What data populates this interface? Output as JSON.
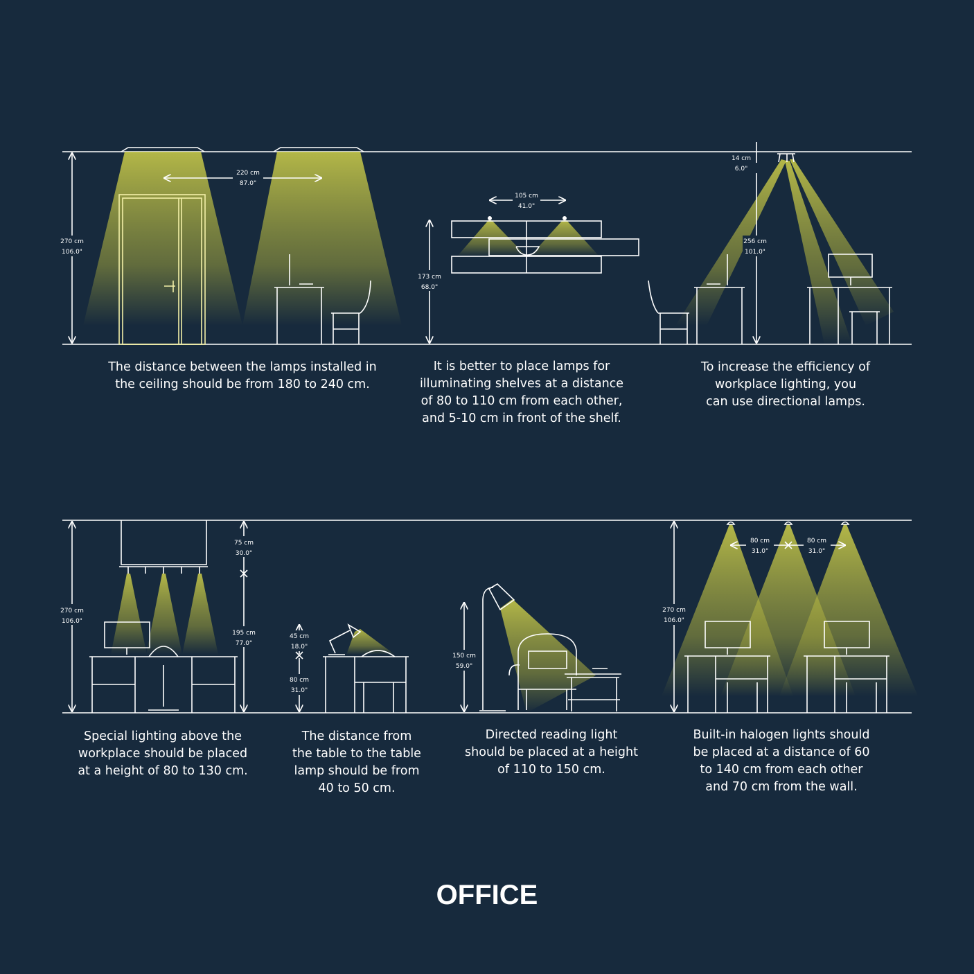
{
  "title": "OFFICE",
  "colors": {
    "background": "#172a3d",
    "light": "#cfd04a",
    "line": "#ffffff"
  },
  "panels": [
    {
      "caption": [
        "The distance between the lamps installed in",
        "the ceiling should be from 180 to 240 cm."
      ],
      "dims": {
        "height_cm": "270 cm",
        "height_in": "106.0\"",
        "spacing_cm": "220 cm",
        "spacing_in": "87.0\""
      }
    },
    {
      "caption": [
        "It is better to place lamps for",
        "illuminating shelves at a distance",
        "of 80 to 110 cm from each other,",
        "and 5-10 cm in front of the shelf."
      ],
      "dims": {
        "width_cm": "105 cm",
        "width_in": "41.0\"",
        "height_cm": "173 cm",
        "height_in": "68.0\""
      }
    },
    {
      "caption": [
        "To increase the efficiency of",
        "workplace lighting, you",
        "can use directional lamps."
      ],
      "dims": {
        "lamp_cm": "14 cm",
        "lamp_in": "6.0\"",
        "height_cm": "256 cm",
        "height_in": "101.0\""
      }
    },
    {
      "caption": [
        "Special lighting above the",
        "workplace should be placed",
        "at a height of 80 to 130 cm."
      ],
      "dims": {
        "height_cm": "270 cm",
        "height_in": "106.0\"",
        "drop_cm": "75 cm",
        "drop_in": "30.0\"",
        "lamp_cm": "195 cm",
        "lamp_in": "77.0\""
      }
    },
    {
      "caption": [
        "The distance from",
        "the table to the table",
        "lamp should be from",
        "40 to 50 cm."
      ],
      "dims": {
        "lamp_cm": "45 cm",
        "lamp_in": "18.0\"",
        "table_cm": "80 cm",
        "table_in": "31.0\""
      }
    },
    {
      "caption": [
        "Directed reading light",
        "should be placed at a height",
        "of 110 to 150 cm."
      ],
      "dims": {
        "height_cm": "150 cm",
        "height_in": "59.0\""
      }
    },
    {
      "caption": [
        "Built-in halogen lights should",
        "be placed at a distance of 60",
        "to 140 cm from each other",
        "and 70 cm from the wall."
      ],
      "dims": {
        "height_cm": "270 cm",
        "height_in": "106.0\"",
        "left_cm": "80 cm",
        "left_in": "31.0\"",
        "right_cm": "80 cm",
        "right_in": "31.0\""
      }
    }
  ]
}
